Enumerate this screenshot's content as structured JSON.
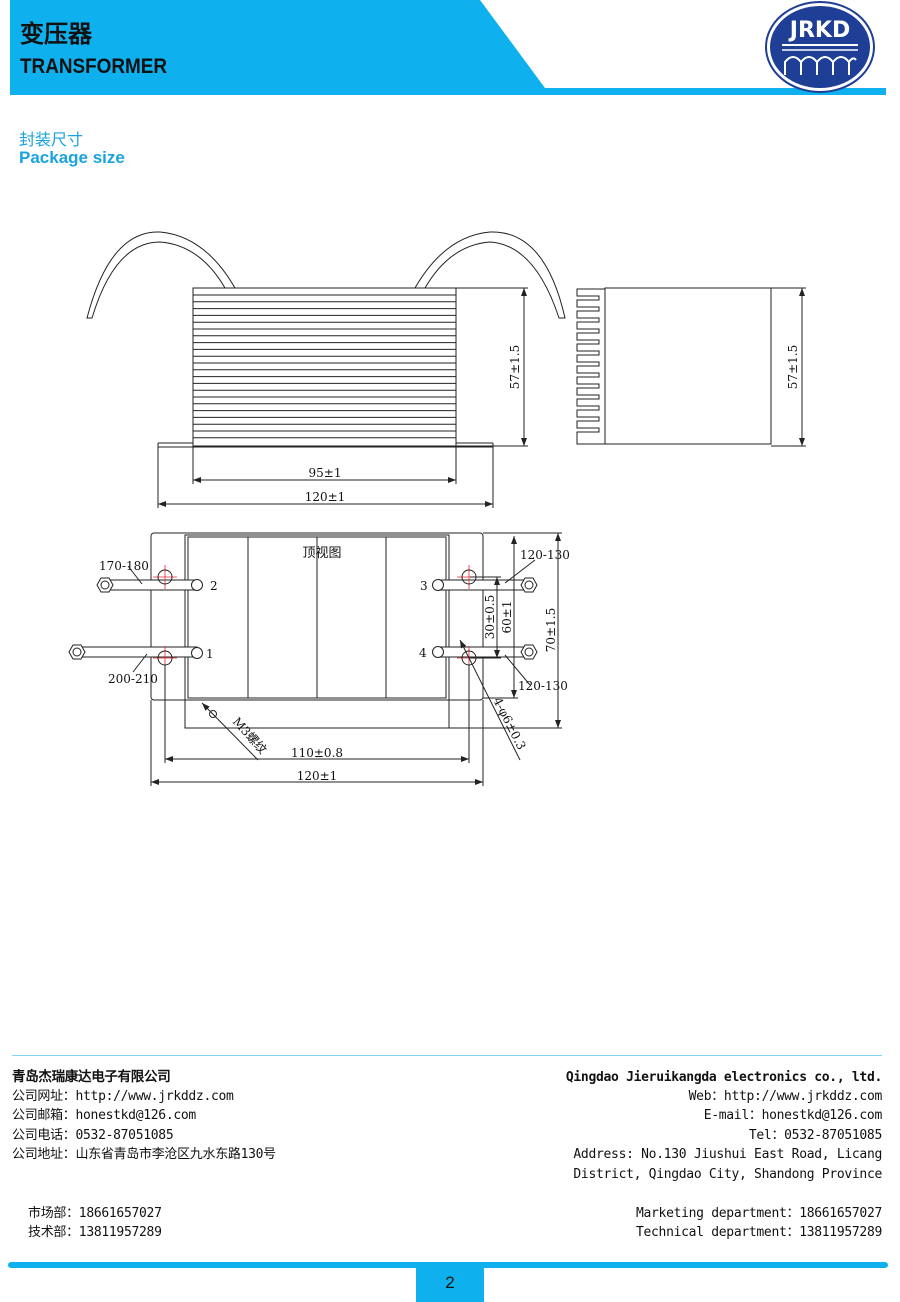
{
  "header": {
    "title_cn": "变压器",
    "title_en": "TRANSFORMER",
    "logo_text": "JRKD",
    "brand_color": "#0fb0ee",
    "logo_color": "#1f3e96"
  },
  "section": {
    "title_cn": "封装尺寸",
    "title_en": "Package size"
  },
  "drawing": {
    "front_height": "57±1.5",
    "side_height": "57±1.5",
    "body_width": "95±1",
    "flange_width": "120±1",
    "top_view_label": "顶视图",
    "lead_2_len": "170-180",
    "lead_1_len": "200-210",
    "lead_3_len": "120-130",
    "lead_4_len": "120-130",
    "pin_1": "1",
    "pin_2": "2",
    "pin_3": "3",
    "pin_4": "4",
    "pin_spacing": "30±0.5",
    "hole_spacing_v": "60±1",
    "overall_depth": "70±1.5",
    "hole_spacing_h": "110±0.8",
    "overall_width": "120±1",
    "thread": "M3螺纹",
    "holes": "4-φ6±0.3"
  },
  "footer": {
    "cn": {
      "company": "青岛杰瑞康达电子有限公司",
      "web": "公司网址：http://www.jrkddz.com",
      "email": "公司邮箱：honestkd@126.com",
      "tel": "公司电话：0532-87051085",
      "address": "公司地址：山东省青岛市李沧区九水东路130号",
      "marketing": "市场部：18661657027",
      "technical": "技术部：13811957289"
    },
    "en": {
      "company": "Qingdao Jieruikangda electronics co., ltd.",
      "web": "Web：http://www.jrkddz.com",
      "email": "E-mail：honestkd@126.com",
      "tel": "Tel：0532-87051085",
      "address1": "Address: No.130 Jiushui East Road, Licang",
      "address2": "District, Qingdao City, Shandong Province",
      "marketing": "Marketing department：18661657027",
      "technical": "Technical department：13811957289"
    },
    "page_number": "2"
  }
}
